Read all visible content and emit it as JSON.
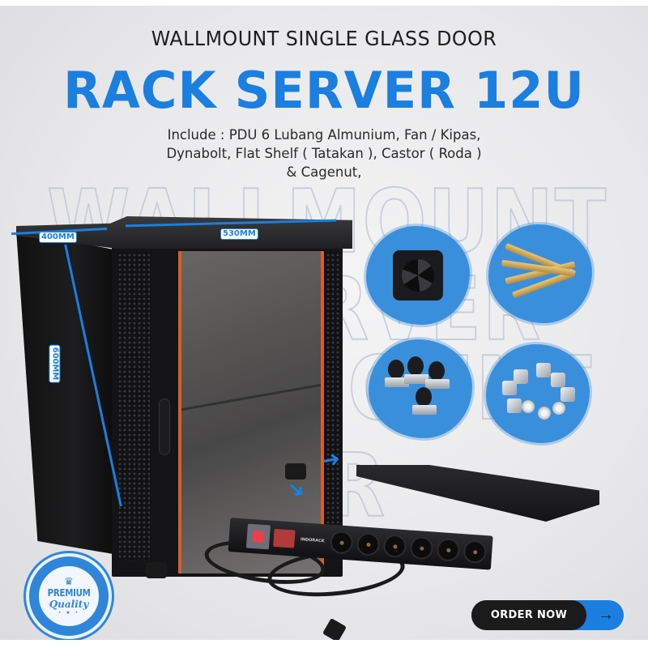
{
  "header": {
    "subtitle": "WALLMOUNT SINGLE GLASS DOOR",
    "title": "RACK SERVER 12U",
    "includes_lines": [
      "Include : PDU 6 Lubang Almunium, Fan / Kipas,",
      "Dynabolt, Flat Shelf ( Tatakan ), Castor ( Roda )",
      "& Cagenut,"
    ]
  },
  "watermark": {
    "lines": [
      "WALLMOUNT",
      "SERVER",
      "WALLMOUNT",
      "SERVER"
    ]
  },
  "dimensions": {
    "depth": "400MM",
    "width": "530MM",
    "height": "600MM"
  },
  "accessories": [
    {
      "name": "Fan / Kipas",
      "icon": "fan-icon"
    },
    {
      "name": "Dynabolt",
      "icon": "dynabolt-icon"
    },
    {
      "name": "Castor ( Roda )",
      "icon": "castor-icon"
    },
    {
      "name": "Cagenut",
      "icon": "cagenut-icon"
    },
    {
      "name": "Flat Shelf ( Tatakan )",
      "icon": "shelf-icon"
    },
    {
      "name": "PDU 6 Lubang Almunium",
      "icon": "pdu-icon"
    }
  ],
  "pdu": {
    "brand": "INDORACK",
    "socket_count": 6
  },
  "badge": {
    "line1": "PREMIUM",
    "line2": "Quality",
    "crown": "♛",
    "stars": "• ★ •"
  },
  "cta": {
    "label": "ORDER NOW",
    "arrow": "→"
  },
  "colors": {
    "accent_blue": "#1a7fe0",
    "door_trim_orange": "#e2622a",
    "button_dark": "#1b1b1c"
  }
}
